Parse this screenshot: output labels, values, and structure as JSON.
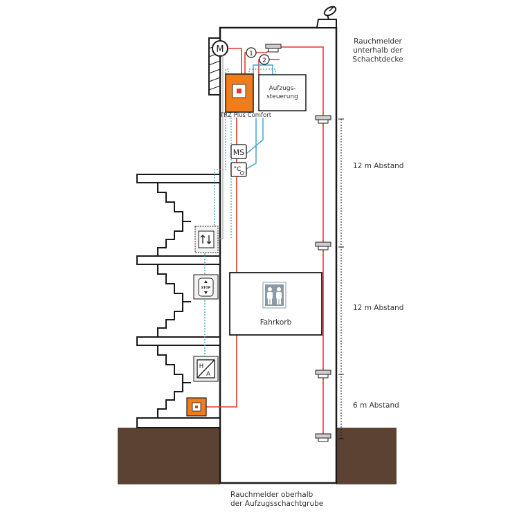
{
  "labels": {
    "smoke_top": [
      "Rauchmelder",
      "unterhalb der",
      "Schachtdecke"
    ],
    "spacing_1": "12 m Abstand",
    "spacing_2": "12 m Abstand",
    "spacing_3": "6 m Abstand",
    "smoke_bottom": [
      "Rauchmelder oberhalb",
      "der Aufzugsschachtgrube"
    ],
    "controller": [
      "Aufzugs-",
      "steuerung"
    ],
    "trz": "TRZ Plus Comfort",
    "car": "Fahrkorb",
    "motor": "M",
    "ms": "MS",
    "temp": "°C",
    "circle_1": "1",
    "circle_2": "2",
    "stop": "STOP",
    "h": "H",
    "a": "A"
  },
  "colors": {
    "red_line": "#e03a2f",
    "blue_line": "#3aa0c8",
    "orange": "#f07d1a",
    "ground": "#5c4232",
    "stroke": "#1a1a1a"
  }
}
